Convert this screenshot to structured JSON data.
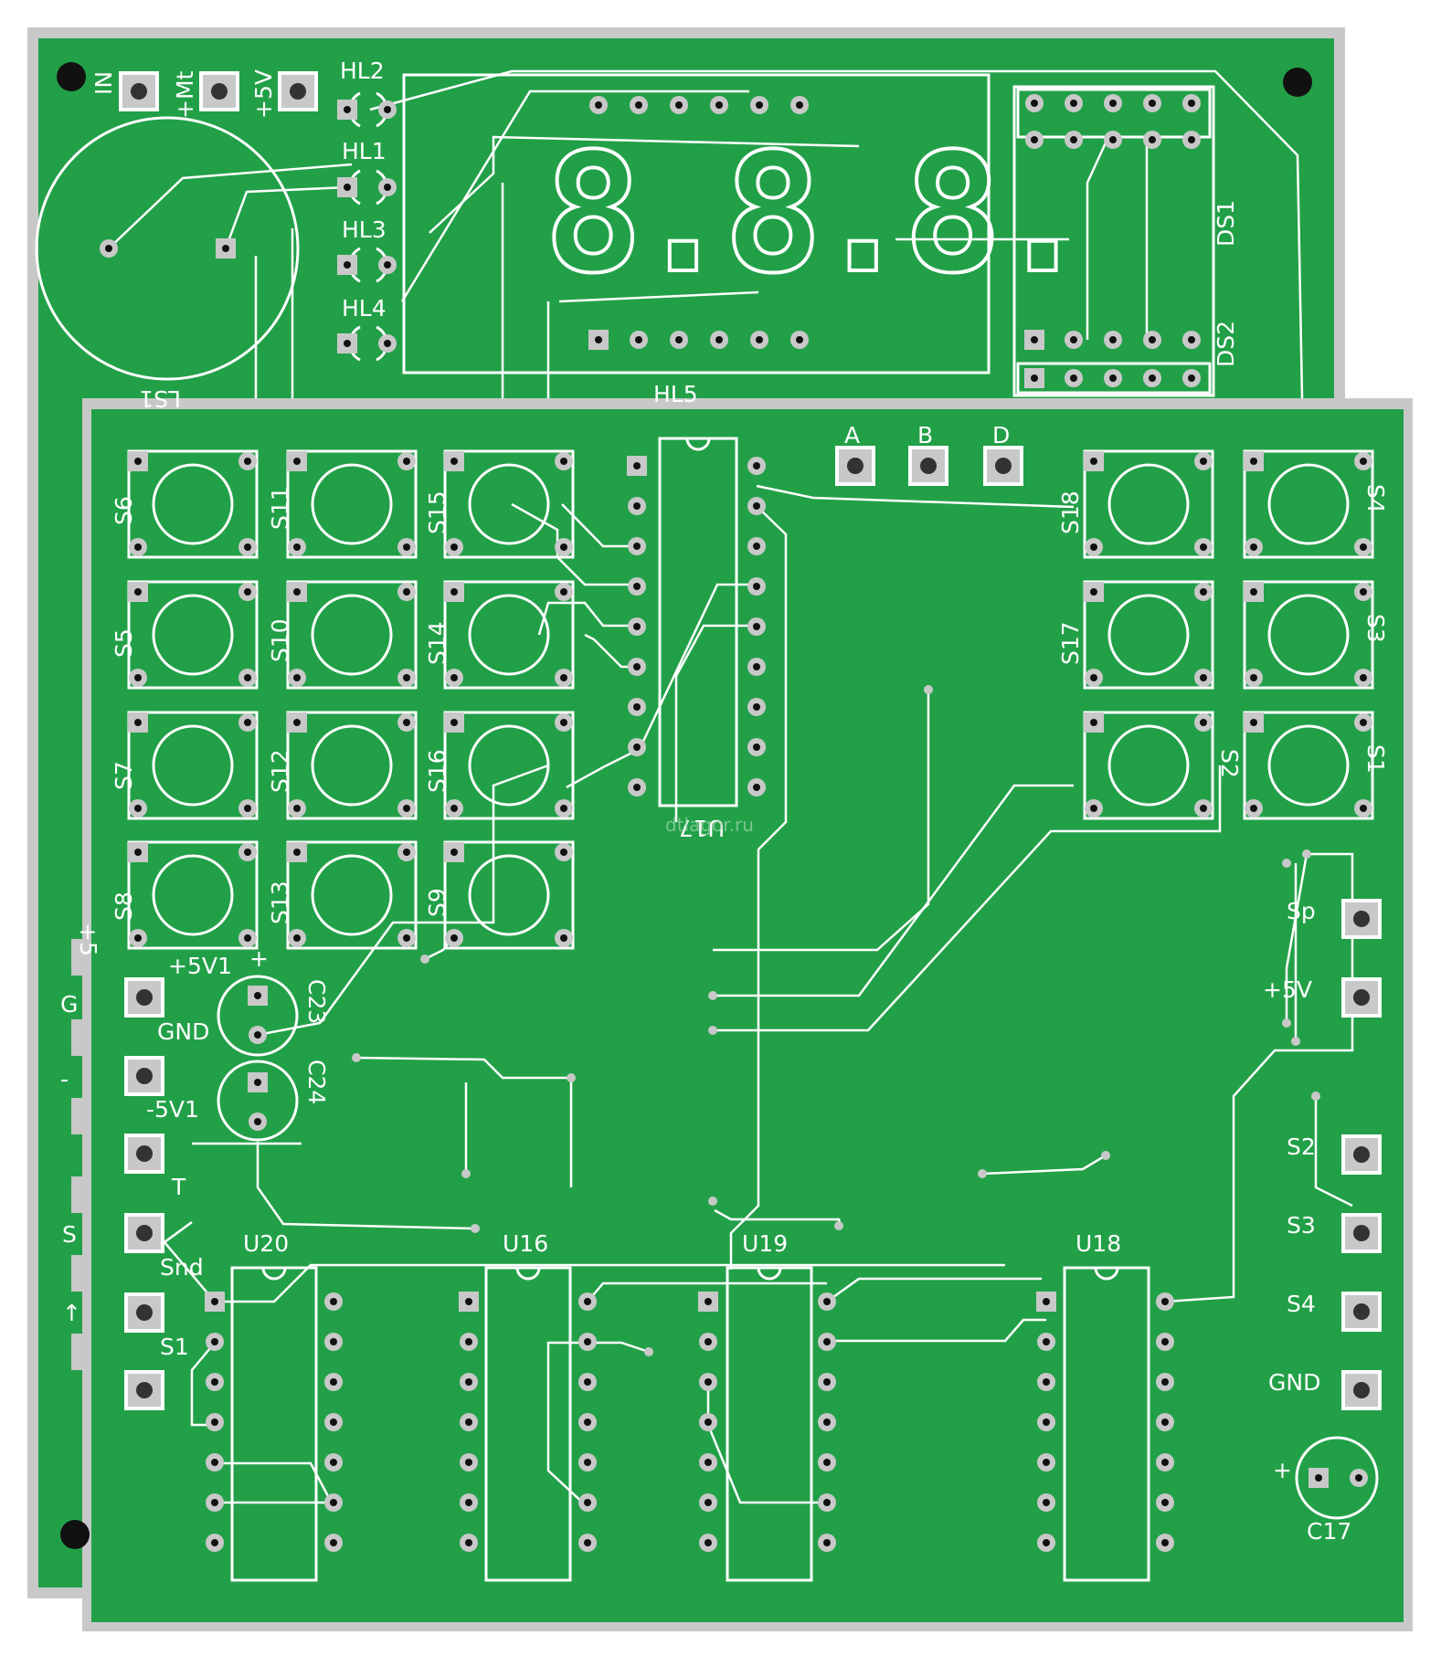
{
  "colors": {
    "board": "#22a048",
    "silk": "#ffffff",
    "edge": "#c8c8c8",
    "pad": "#c8c8c8",
    "hole": "#111111"
  },
  "back_board": {
    "power_labels": [
      "IN",
      "+Mt",
      "+5V"
    ],
    "leds": [
      "HL2",
      "HL1",
      "HL3",
      "HL4"
    ],
    "display": {
      "label": "HL5",
      "digits": "8.8.8."
    },
    "side_displays": [
      "DS1",
      "DS2"
    ],
    "speaker_partial_label": "LS1"
  },
  "front_board": {
    "buttons": [
      "S6",
      "S11",
      "S15",
      "S5",
      "S10",
      "S14",
      "S7",
      "S12",
      "S16",
      "S8",
      "S13",
      "S9",
      "S18",
      "S4",
      "S17",
      "S3",
      "S2",
      "S1"
    ],
    "header_pins": [
      "A",
      "B",
      "D"
    ],
    "capacitors": [
      "C23",
      "C24",
      "C17"
    ],
    "ics": [
      "U17",
      "U20",
      "U16",
      "U19",
      "U18"
    ],
    "left_connector_labels": [
      "+5V1",
      "GND",
      "-5V1",
      "T",
      "Snd",
      "S1"
    ],
    "right_connector_labels": [
      "Sp",
      "+5V",
      "S2",
      "S3",
      "S4",
      "GND"
    ],
    "cap_polarity": "+"
  },
  "edge_fragments": [
    "+5",
    "G",
    "-",
    "S",
    "↑"
  ],
  "watermark": "dtlagor.ru"
}
